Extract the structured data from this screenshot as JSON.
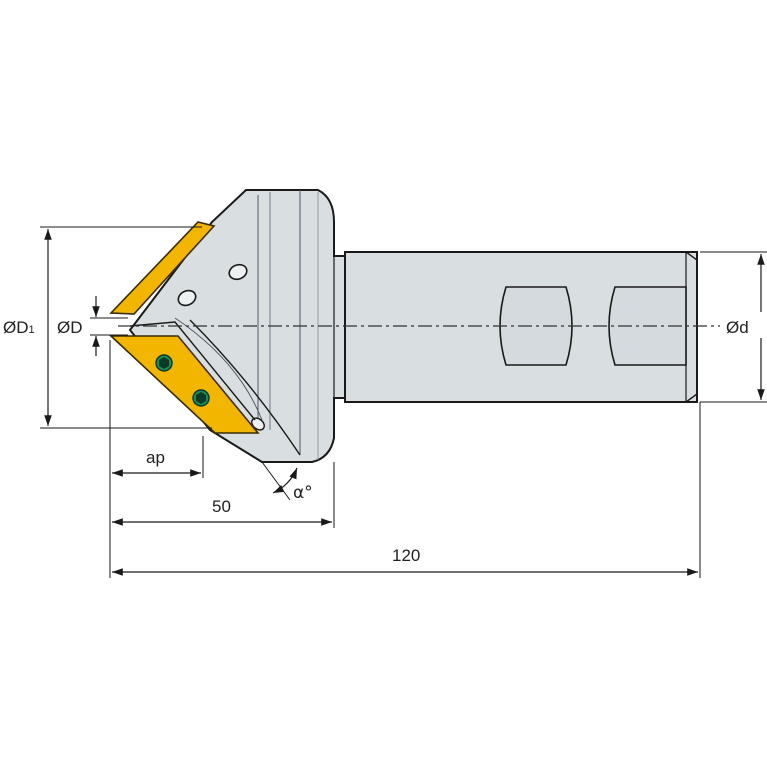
{
  "labels": {
    "D1_prefix": "ØD",
    "D1_sub": "1",
    "D": "ØD",
    "d": "Ød",
    "ap": "ap",
    "len_50": "50",
    "len_120": "120",
    "alpha": "α°"
  },
  "colors": {
    "body_fill": "#d9dfe1",
    "body_stroke": "#1a1a1a",
    "insert_fill": "#f2b600",
    "insert_stroke": "#3a2c00",
    "dimension_line": "#1a1a1a",
    "centerline": "#333333",
    "screw": "#1f8a5a"
  }
}
